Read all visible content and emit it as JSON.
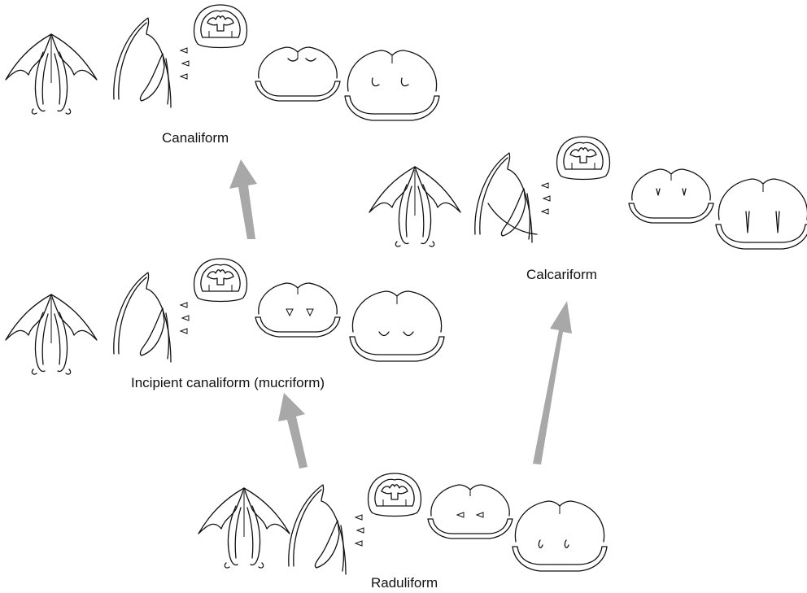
{
  "stages": [
    {
      "id": "canaliform",
      "label": "Canaliform"
    },
    {
      "id": "calcariform",
      "label": "Calcariform"
    },
    {
      "id": "incipient",
      "label": "Incipient canaliform (mucriform)"
    },
    {
      "id": "raduliform",
      "label": "Raduliform"
    }
  ],
  "colors": {
    "arrow": "#a8a8a8",
    "line": "#111111",
    "background": "#ffffff"
  }
}
